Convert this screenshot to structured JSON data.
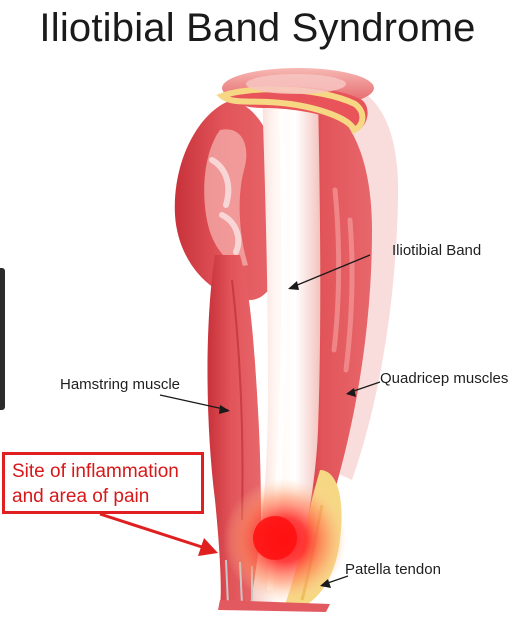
{
  "title": "Iliotibial Band Syndrome",
  "labels": {
    "it_band": "Iliotibial Band",
    "quadricep": "Quadricep muscles",
    "hamstring": "Hamstring muscle",
    "patella": "Patella tendon"
  },
  "callout": {
    "line1": "Site of inflammation",
    "line2": "and area of pain"
  },
  "colors": {
    "muscle": "#e2555a",
    "muscle_dark": "#c8323a",
    "muscle_light": "#f4a7a6",
    "band": "#fbeee8",
    "fat": "#f6d784",
    "callout": "#e02020",
    "inflammation": "#ff1a1a"
  }
}
